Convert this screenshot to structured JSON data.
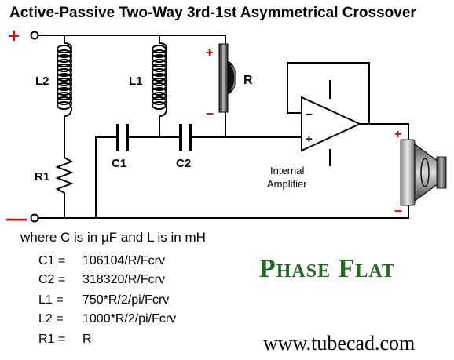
{
  "title": "Active-Passive Two-Way 3rd-1st Asymmetrical Crossover",
  "labels": {
    "plus_terminal": "+",
    "minus_terminal": "—",
    "L2": "L2",
    "L1": "L1",
    "R": "R",
    "R1": "R1",
    "C1": "C1",
    "C2": "C2",
    "tw_plus": "+",
    "tw_minus": "–",
    "opamp_minus": "–",
    "opamp_plus": "+",
    "amp_line1": "Internal",
    "amp_line2": "Amplifier",
    "wf_plus": "+",
    "wf_minus": "–"
  },
  "formulas": {
    "intro": "where C is in µF and L is in mH",
    "c1_name": "C1 =",
    "c1_value": "106104/R/Fcrv",
    "c2_name": "C2 =",
    "c2_value": "318320/R/Fcrv",
    "l1_name": "L1 =",
    "l1_value": "750*R/2/pi/Fcrv",
    "l2_name": "L2 =",
    "l2_value": "1000*R/2/pi/Fcrv",
    "r1_name": "R1 =",
    "r1_value": "R"
  },
  "logo": "Phase Flat",
  "website": "www.tubecad.com",
  "colors": {
    "red": "#e60000",
    "green": "#1f6b1f",
    "wire": "#000000"
  }
}
